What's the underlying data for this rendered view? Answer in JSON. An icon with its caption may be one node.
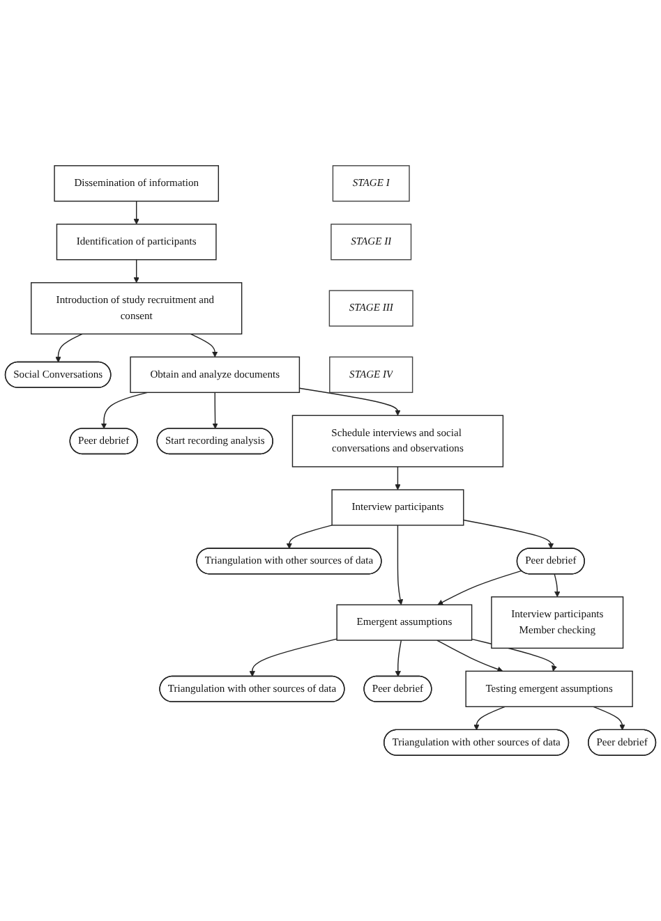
{
  "diagram": {
    "nodes": [
      {
        "text": [
          "Dissemination of information"
        ]
      },
      {
        "text": [
          "STAGE I"
        ]
      },
      {
        "text": [
          "Identification of participants"
        ]
      },
      {
        "text": [
          "STAGE II"
        ]
      },
      {
        "text": [
          "Introduction of study recruitment and consent"
        ]
      },
      {
        "text": [
          "Social Conversations"
        ]
      },
      {
        "text": [
          "Peer debrief"
        ]
      },
      {
        "text": [
          "Obtain and analyze documents"
        ]
      },
      {
        "text": [
          "Start recording analysis"
        ]
      },
      {
        "text": [
          "STAGE III"
        ]
      },
      {
        "text": [
          "Schedule interviews and social conversations and observations"
        ]
      },
      {
        "text": [
          "Triangulation with other sources of data"
        ]
      },
      {
        "text": [
          "Interview participants"
        ]
      },
      {
        "text": [
          "Peer debrief"
        ]
      },
      {
        "text": [
          "Interview participants",
          "Member checking"
        ]
      },
      {
        "text": [
          "STAGE IV"
        ]
      },
      {
        "text": [
          "Triangulation with other sources of data"
        ]
      },
      {
        "text": [
          "Emergent assumptions"
        ]
      },
      {
        "text": [
          "Peer debrief"
        ]
      },
      {
        "text": [
          "Triangulation with other sources of data"
        ]
      },
      {
        "text": [
          "Testing emergent assumptions"
        ]
      },
      {
        "text": [
          "Peer debrief"
        ]
      }
    ],
    "edges": [
      {
        "from": 0,
        "to": 2,
        "arrow": "to"
      },
      {
        "from": 2,
        "to": 4,
        "arrow": "to"
      },
      {
        "from": 4,
        "to": 5,
        "arrow": "to"
      },
      {
        "from": 4,
        "to": 7,
        "arrow": "to"
      },
      {
        "from": 7,
        "to": 6,
        "arrow": "to"
      },
      {
        "from": 7,
        "to": 8,
        "arrow": "to"
      },
      {
        "from": 7,
        "to": 10,
        "arrow": "to"
      },
      {
        "from": 10,
        "to": 12,
        "arrow": "to"
      },
      {
        "from": 12,
        "to": 11,
        "arrow": "to"
      },
      {
        "from": 12,
        "to": 17,
        "arrow": "to"
      },
      {
        "from": 12,
        "to": 13,
        "arrow": "to"
      },
      {
        "from": 13,
        "to": 17,
        "arrow": "to"
      },
      {
        "from": 13,
        "to": 14,
        "arrow": "to"
      },
      {
        "from": 17,
        "to": 16,
        "arrow": "to"
      },
      {
        "from": 17,
        "to": 18,
        "arrow": "to"
      },
      {
        "from": 17,
        "to": 20,
        "arrow": "to"
      },
      {
        "from": 17,
        "to": 20,
        "arrow": "to"
      },
      {
        "from": 20,
        "to": 19,
        "arrow": "to"
      },
      {
        "from": 20,
        "to": 21,
        "arrow": "to"
      }
    ]
  }
}
